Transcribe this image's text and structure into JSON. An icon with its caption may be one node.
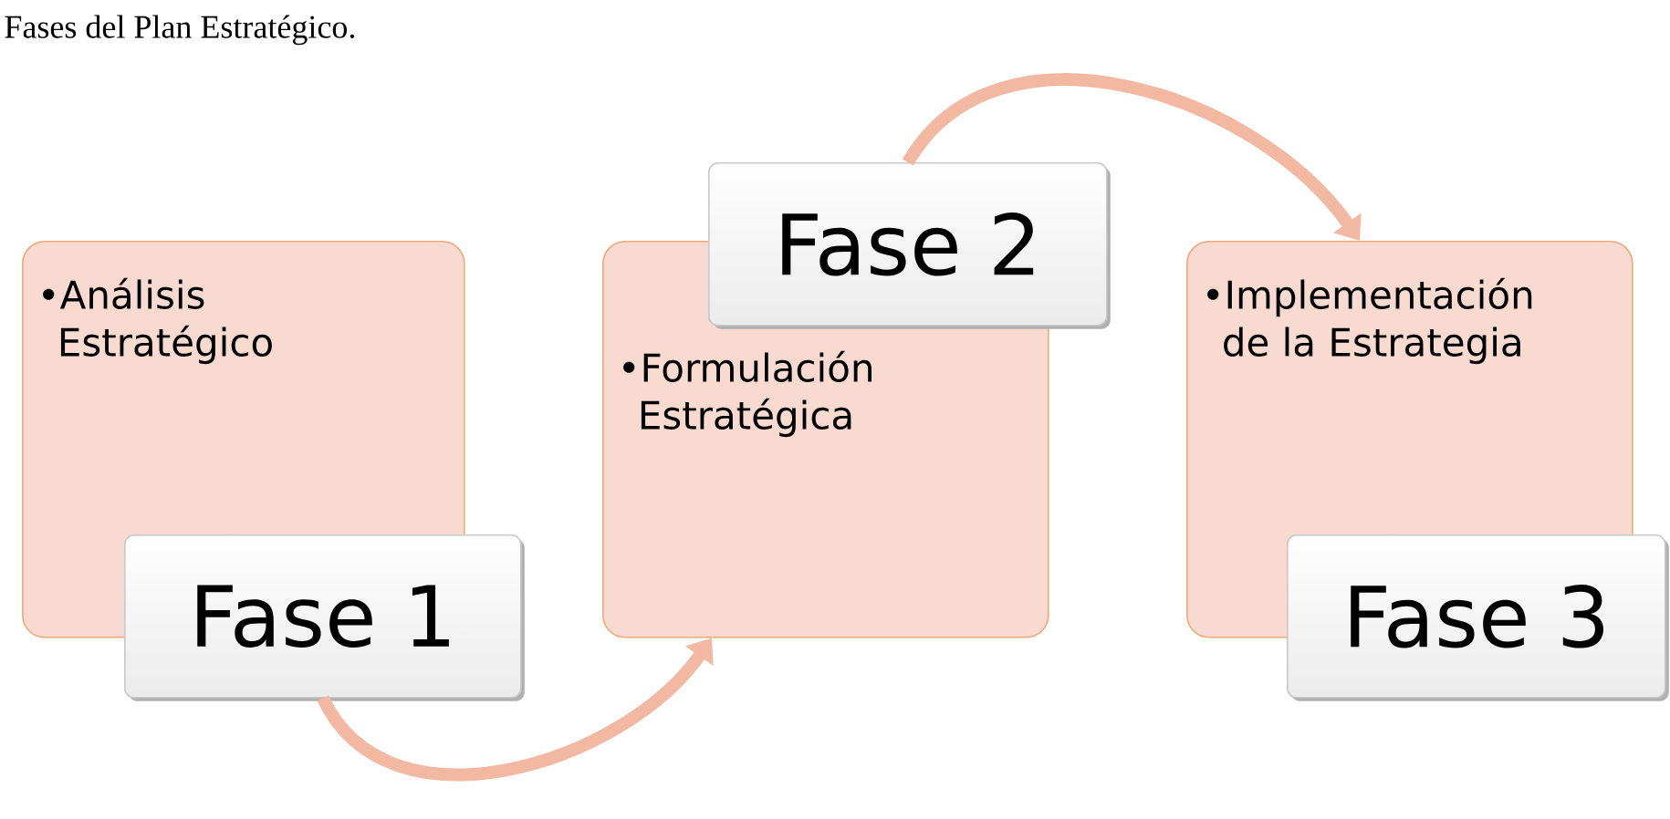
{
  "diagram": {
    "title": "Fases del Plan Estratégico.",
    "nodes": [
      {
        "text": [
          "•Análisis Estratégico"
        ]
      },
      {
        "text": [
          "Fase 1"
        ]
      },
      {
        "text": [
          "•Formulación Estratégica"
        ]
      },
      {
        "text": [
          "Fase 2"
        ]
      },
      {
        "text": [
          "•Implementación de la Estrategia"
        ]
      },
      {
        "text": [
          "Fase 3"
        ]
      }
    ],
    "edges": [
      {
        "from": 1,
        "to": 2,
        "arrow": "to"
      },
      {
        "from": 3,
        "to": 4,
        "arrow": "to"
      }
    ]
  }
}
